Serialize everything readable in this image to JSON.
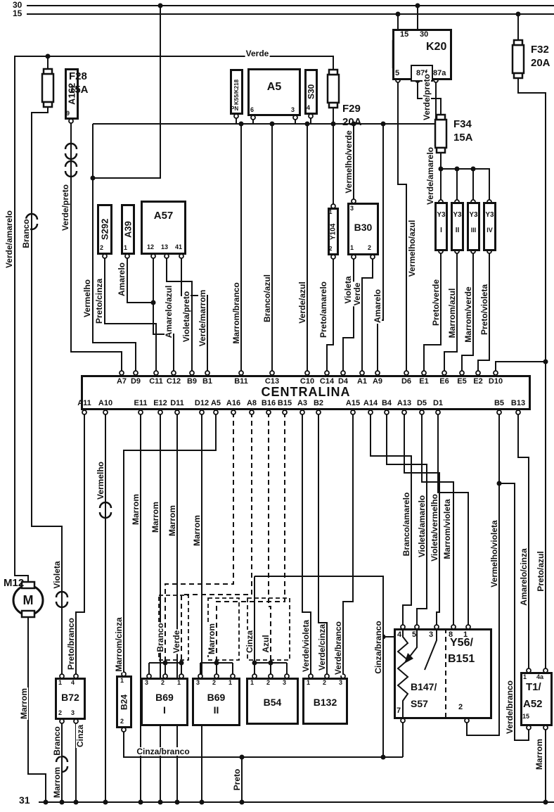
{
  "rails": {
    "r30": "30",
    "r15": "15",
    "r31": "31"
  },
  "fuses": [
    {
      "name": "F28",
      "rating": "15A"
    },
    {
      "name": "F29",
      "rating": "20A"
    },
    {
      "name": "F32",
      "rating": "20A"
    },
    {
      "name": "F34",
      "rating": "15A"
    }
  ],
  "relay": {
    "name": "K20",
    "pin15": "15",
    "pin30": "30",
    "pin5": "5",
    "pin87f": "87f",
    "pin87a": "87a"
  },
  "centralina": {
    "title": "CENTRALINA",
    "top_pins": [
      "A7",
      "D9",
      "C11",
      "C12",
      "B9",
      "B1",
      "B11",
      "C13",
      "C10",
      "C14",
      "D4",
      "A1",
      "A9",
      "D6",
      "E1",
      "E6",
      "E5",
      "E2",
      "D10"
    ],
    "bottom_pins": [
      "A11",
      "A10",
      "E11",
      "E12",
      "D11",
      "D12",
      "A5",
      "A16",
      "A8",
      "B16",
      "B15",
      "A3",
      "B2",
      "A15",
      "A14",
      "B4",
      "A13",
      "D5",
      "D1",
      "B5",
      "B13"
    ]
  },
  "components": {
    "a162": {
      "label": "A162",
      "pin": "9"
    },
    "k55": {
      "label": "K55/K218",
      "pin": "PN"
    },
    "a5": {
      "label": "A5",
      "pins": [
        "6",
        "3"
      ]
    },
    "s30": {
      "label": "S30",
      "pin": "4"
    },
    "s292": {
      "label": "S292",
      "pin": "2"
    },
    "a39": {
      "label": "A39",
      "pin": "1"
    },
    "a57": {
      "label": "A57",
      "pins": [
        "12",
        "13",
        "41"
      ]
    },
    "y104": {
      "label": "Y104",
      "pins": [
        "1",
        "2"
      ]
    },
    "b30": {
      "label": "B30",
      "pins": [
        "3",
        "1",
        "2"
      ]
    },
    "y3": {
      "label": "Y3",
      "units": [
        "I",
        "II",
        "III",
        "IV"
      ]
    },
    "m12": {
      "label": "M12",
      "motor": "M"
    },
    "b72": {
      "label": "B72",
      "pins": [
        "1",
        "4",
        "2",
        "3"
      ]
    },
    "b24": {
      "label": "B24",
      "pins": [
        "1",
        "2"
      ]
    },
    "b69a": {
      "label": "B69",
      "unit": "I",
      "pins": [
        "3",
        "2",
        "1"
      ]
    },
    "b69b": {
      "label": "B69",
      "unit": "II",
      "pins": [
        "3",
        "2",
        "1"
      ]
    },
    "b54": {
      "label": "B54",
      "pins": [
        "1",
        "2",
        "3"
      ]
    },
    "b132": {
      "label": "B132",
      "pins": [
        "1",
        "2",
        "3"
      ]
    },
    "y56": {
      "label1": "Y56/",
      "label2": "B151",
      "label3": "B147/",
      "label4": "S57",
      "pins_top": [
        "4",
        "5",
        "3",
        "8",
        "1"
      ],
      "pins_bottom": [
        "7",
        "2"
      ]
    },
    "t1": {
      "label1": "T1/",
      "label2": "A52",
      "pins": [
        "1",
        "4a",
        "15"
      ]
    }
  },
  "wire_labels": [
    "Verde",
    "Verde/amarelo",
    "Branco",
    "Verde/preto",
    "Vermelho",
    "Preto/cinza",
    "Amarelo",
    "Amarelo/azul",
    "Violeta/preto",
    "Verde/marrom",
    "Marrom/branco",
    "Branco/azul",
    "Verde/azul",
    "Preto/amarelo",
    "Violeta",
    "Verde",
    "Amarelo",
    "Vermelho/verde",
    "Vermelho/azul",
    "Verde/preto",
    "Verde/amarelo",
    "Preto/verde",
    "Marrom/azul",
    "Marrom/verde",
    "Preto/violeta",
    "Branco/amarelo",
    "Violeta/amarelo",
    "Violeta/vermelho",
    "Marrom/violeta",
    "Vermelho/violeta",
    "Amarelo/cinza",
    "Preto/azul",
    "Verde/branco",
    "Marrom",
    "Vermelho",
    "Marrom",
    "Marrom",
    "Marrom",
    "Marrom",
    "Marrom/cinza",
    "Preto/branco",
    "Violeta",
    "Marrom",
    "Branco",
    "Marrom",
    "Cinza",
    "Branco",
    "Verde",
    "Marrom",
    "Cinza",
    "Azul",
    "Verde/violeta",
    "Verde/cinza",
    "Verde/branco",
    "Cinza/branco",
    "Preto",
    "Cinza/branco"
  ]
}
